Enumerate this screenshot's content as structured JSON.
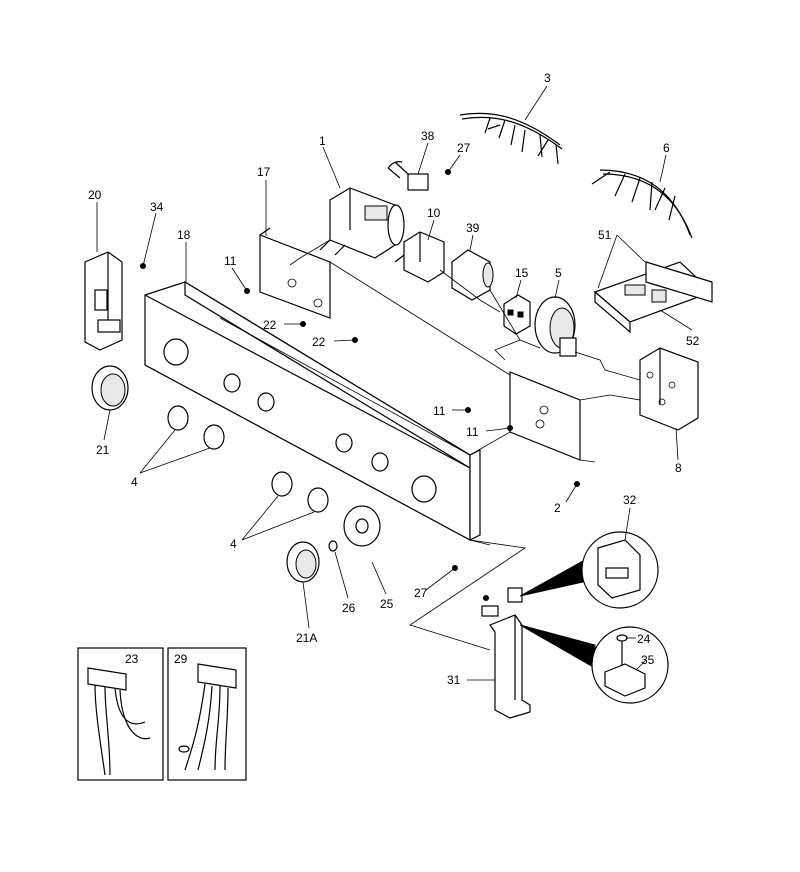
{
  "callouts": {
    "c1": "1",
    "c2": "2",
    "c3": "3",
    "c4a": "4",
    "c4b": "4",
    "c5": "5",
    "c6": "6",
    "c8": "8",
    "c10": "10",
    "c11a": "11",
    "c11b": "11",
    "c11c": "11",
    "c15": "15",
    "c17": "17",
    "c18": "18",
    "c20": "20",
    "c21": "21",
    "c21a": "21A",
    "c22a": "22",
    "c22b": "22",
    "c23": "23",
    "c24": "24",
    "c25": "25",
    "c26": "26",
    "c27a": "27",
    "c27b": "27",
    "c29": "29",
    "c31": "31",
    "c32": "32",
    "c34": "34",
    "c35": "35",
    "c38": "38",
    "c39": "39",
    "c51": "51",
    "c52": "52"
  }
}
